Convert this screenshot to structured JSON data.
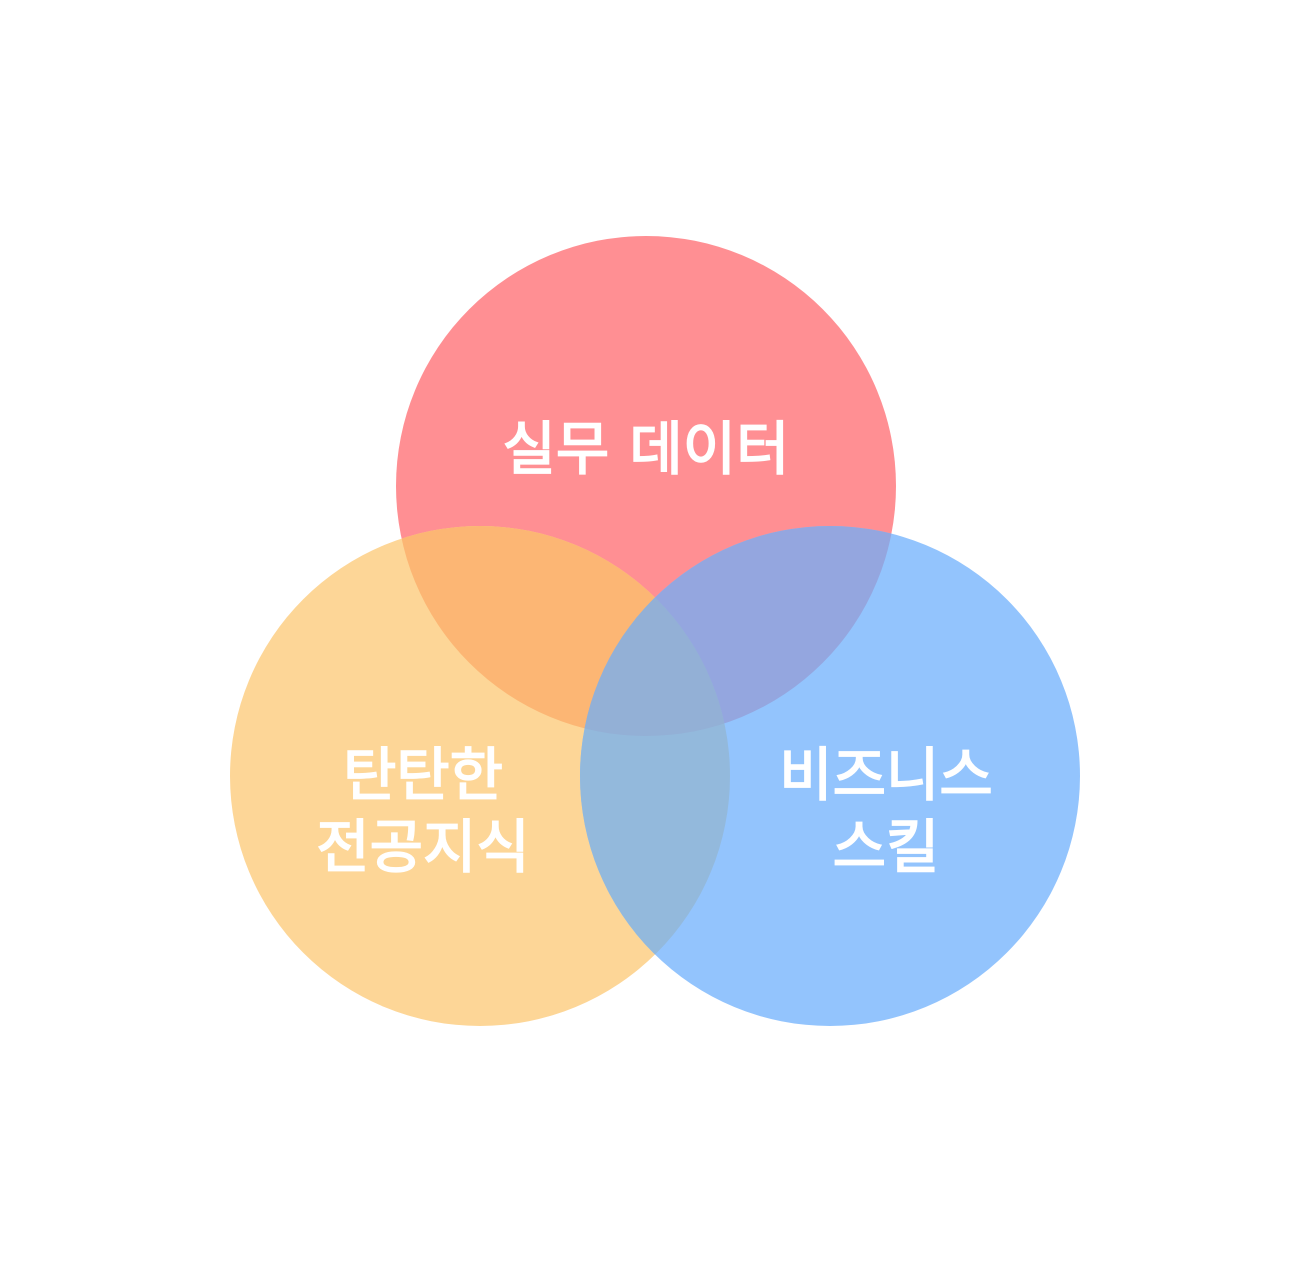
{
  "venn": {
    "colors": {
      "top": "#ff8f93",
      "left": "#fdd697",
      "right": "#93c4fd",
      "top_left_overlap": "#fcb674",
      "top_right_overlap": "#94a6df",
      "left_right_overlap": "#93b9dc",
      "center_overlap": "#93b0d6",
      "label_text": "#ffffff"
    },
    "sets": [
      {
        "id": "top",
        "lines": [
          "실무 데이터"
        ]
      },
      {
        "id": "left",
        "lines": [
          "탄탄한",
          "전공지식"
        ]
      },
      {
        "id": "right",
        "lines": [
          "비즈니스",
          "스킬"
        ]
      }
    ]
  }
}
